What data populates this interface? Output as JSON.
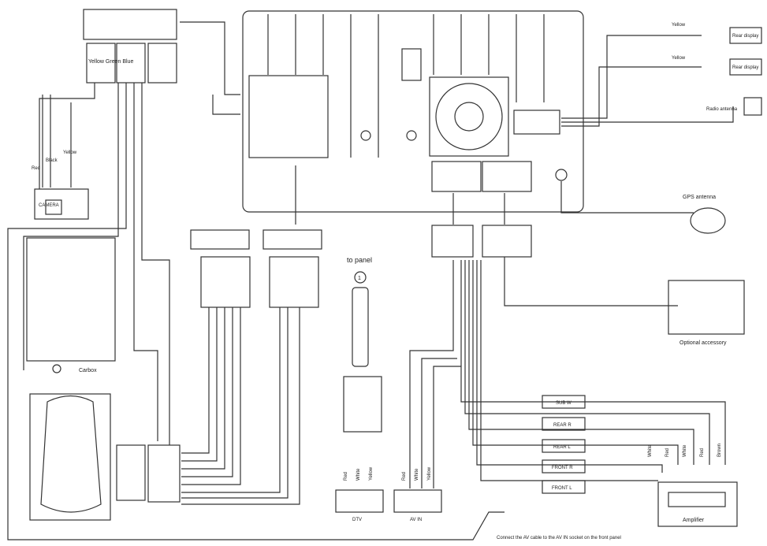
{
  "labels": {
    "yellow_green_blue": "Yellow Green Blue",
    "camera": "CAMERA",
    "red": "Red",
    "black": "Black",
    "yellow": "Yellow",
    "to_panel": "to panel",
    "circle_one": "1",
    "gps_antenna": "GPS antenna",
    "radio_antenna": "Radio antenna",
    "rear_display_1": "Rear display",
    "rear_display_2": "Rear display",
    "yellow_top_1": "Yellow",
    "yellow_top_2": "Yellow",
    "optional_accessory": "Optional accessory",
    "amplifier": "Amplifier",
    "carbox": "Carbox",
    "dtv": "DTV",
    "av_in": "AV IN",
    "sub_w": "SUB W",
    "rear_r": "REAR R",
    "rear_l": "REAR L",
    "front_r": "FRONT R",
    "front_l": "FRONT L",
    "amp_white_1": "White",
    "amp_red_1": "Red",
    "amp_white_2": "White",
    "amp_red_2": "Red",
    "amp_brown": "Brown",
    "dtv_red": "Red",
    "dtv_white": "White",
    "dtv_yellow": "Yellow",
    "av_red": "Red",
    "av_white": "White",
    "av_yellow": "Yellow",
    "footnote": "Connect the AV cable to the AV IN socket on the front panel"
  },
  "colors": {
    "line": "#333333",
    "accent": "#555555"
  }
}
